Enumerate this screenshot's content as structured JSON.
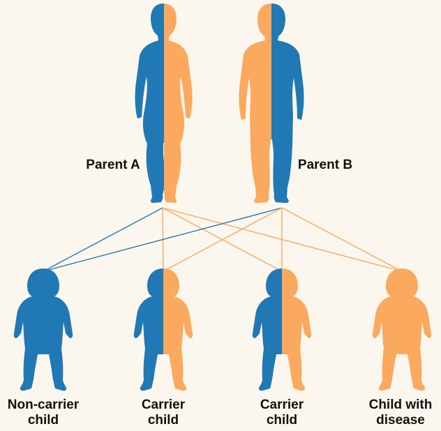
{
  "colors": {
    "background": "#fcf7ee",
    "allele_blue": "#2079b4",
    "allele_orange": "#fba95e"
  },
  "parents": [
    {
      "label": "Parent A",
      "figure": "female-silhouette",
      "left_allele": "blue",
      "right_allele": "orange"
    },
    {
      "label": "Parent B",
      "figure": "male-silhouette",
      "left_allele": "orange",
      "right_allele": "blue"
    }
  ],
  "children": [
    {
      "line1": "Non-carrier",
      "line2": "child",
      "left_allele": "blue",
      "right_allele": "blue"
    },
    {
      "line1": "Carrier",
      "line2": "child",
      "left_allele": "blue",
      "right_allele": "orange"
    },
    {
      "line1": "Carrier",
      "line2": "child",
      "left_allele": "blue",
      "right_allele": "orange"
    },
    {
      "line1": "Child with",
      "line2": "disease",
      "left_allele": "orange",
      "right_allele": "orange"
    }
  ]
}
